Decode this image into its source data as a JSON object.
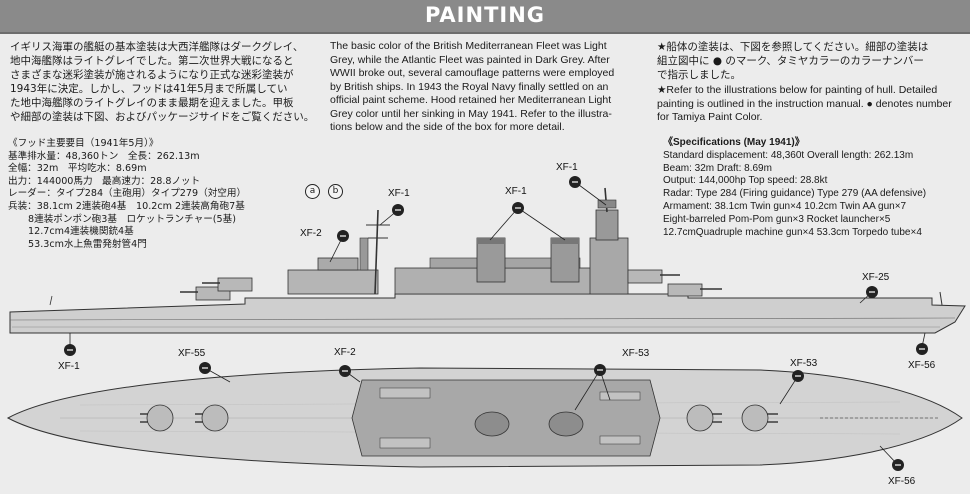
{
  "header": {
    "title": "PAINTING"
  },
  "intro_jp": [
    "イギリス海軍の艦艇の基本塗装は大西洋艦隊はダークグレイ、",
    "地中海艦隊はライトグレイでした。第二次世界大戦になると",
    "さまざまな迷彩塗装が施されるようになり正式な迷彩塗装が",
    "1943年に決定。しかし、フッドは41年5月まで所属してい",
    "た地中海艦隊のライトグレイのまま最期を迎えました。甲板",
    "や細部の塗装は下図、およびパッケージサイドをご覧ください。"
  ],
  "intro_en": [
    "The basic color of the British Mediterranean Fleet was Light",
    "Grey, while the Atlantic Fleet was painted in Dark Grey. After",
    "WWII broke out, several camouflage patterns were employed",
    "by British ships. In 1943 the Royal Navy finally settled on an",
    "official paint scheme. Hood retained her Mediterranean Light",
    "Grey color until her sinking in May 1941. Refer to the illustra-",
    "tions below and the side of the box for more detail."
  ],
  "note_jp": [
    "★船体の塗装は、下図を参照してください。細部の塗装は",
    "組立図中に ● のマーク、タミヤカラーのカラーナンバー",
    "で指示しました。"
  ],
  "note_en": [
    "★Refer to the illustrations below for painting of hull. Detailed",
    "painting is outlined in the instruction manual. ● denotes number",
    "for Tamiya Paint Color."
  ],
  "spec_jp": {
    "title": "《フッド主要要目（1941年5月）》",
    "lines": [
      "基準排水量：48,360トン　全長：262.13m",
      "全幅：32m　平均吃水：8.69m",
      "出力：144000馬力　最高速力：28.8ノット",
      "レーダー：タイプ284（主砲用）タイプ279（対空用）",
      "兵装：38.1cm 2連装砲4基　10.2cm 2連装高角砲7基"
    ],
    "armament_more": [
      "8連装ポンポン砲3基　ロケットランチャー(5基)",
      "12.7cm4連装機関銃4基",
      "53.3cm水上魚雷発射管4門"
    ]
  },
  "spec_en": {
    "title": "《Specifications (May 1941)》",
    "lines": [
      "Standard displacement: 48,360t   Overall length: 262.13m",
      "Beam: 32m   Draft: 8.69m",
      "Output: 144,000hp   Top speed: 28.8kt",
      "Radar: Type 284 (Firing guidance)  Type 279 (AA defensive)",
      "Armament: 38.1cm Twin gun×4   10.2cm Twin AA gun×7",
      "Eight-barreled Pom-Pom gun×3   Rocket launcher×5",
      "12.7cmQuadruple machine gun×4   53.3cm Torpedo tube×4"
    ]
  },
  "callouts": {
    "side_a": "a",
    "side_b": "b",
    "xf1_mast": "XF-1",
    "xf1_funnels": "XF-1",
    "xf1_tower": "XF-1",
    "xf2_side": "XF-2",
    "xf25": "XF-25",
    "xf1_hull": "XF-1",
    "xf56_side": "XF-56",
    "xf55": "XF-55",
    "xf2_top": "XF-2",
    "xf53_a": "XF-53",
    "xf53_b": "XF-53",
    "xf56_top": "XF-56"
  },
  "colors": {
    "banner": "#8a8a8a",
    "hull": "#c9c9c9",
    "deck": "#bdbdbd",
    "superstructure": "#9a9a9a",
    "marker": "#222222"
  }
}
